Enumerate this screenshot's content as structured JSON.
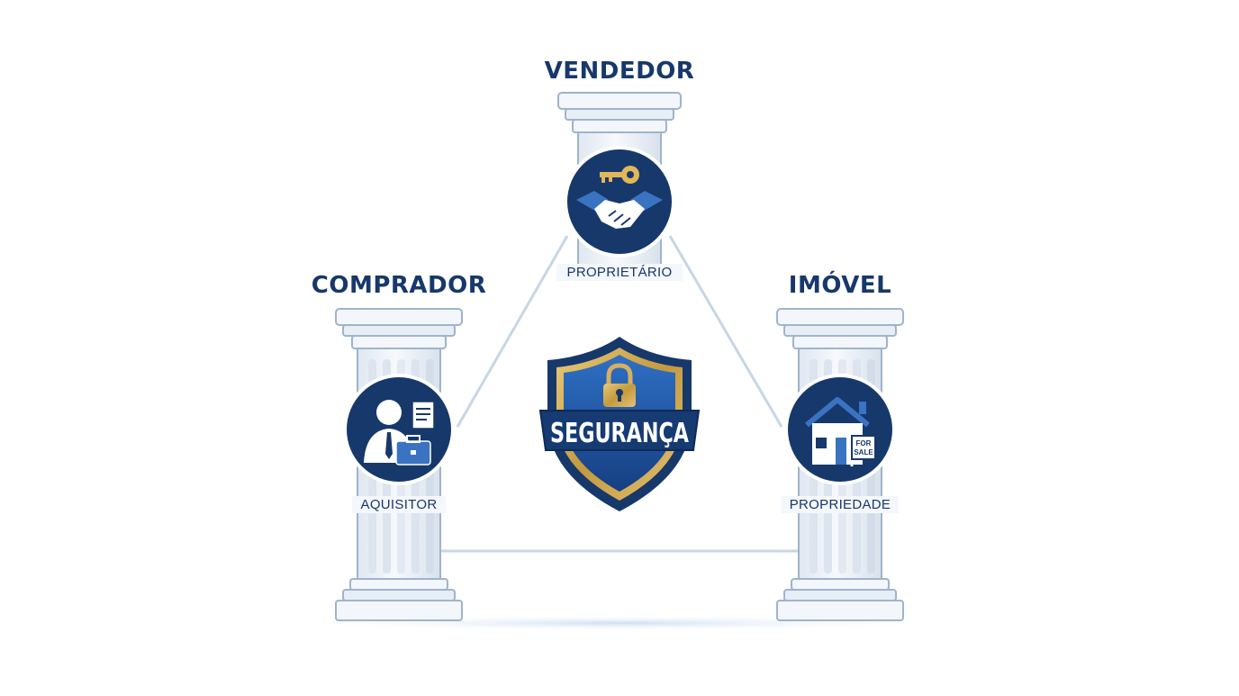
{
  "pillars": [
    {
      "id": "vendedor",
      "title": "VENDEDOR",
      "subtitle": "PROPRIETÁRIO",
      "icon": "handshake-key-icon"
    },
    {
      "id": "comprador",
      "title": "COMPRADOR",
      "subtitle": "AQUISITOR",
      "icon": "buyer-briefcase-icon"
    },
    {
      "id": "imovel",
      "title": "IMÓVEL",
      "subtitle": "PROPRIEDADE",
      "icon": "house-for-sale-icon"
    }
  ],
  "sign_text": [
    "FOR",
    "SALE"
  ],
  "center": {
    "label": "SEGURANÇA",
    "icon": "shield-lock-icon"
  },
  "colors": {
    "navy": "#17386b",
    "blue": "#1f5aa6",
    "gold": "#c9a24b",
    "pillar": "#eef3f9",
    "line": "#c7d6e6"
  }
}
